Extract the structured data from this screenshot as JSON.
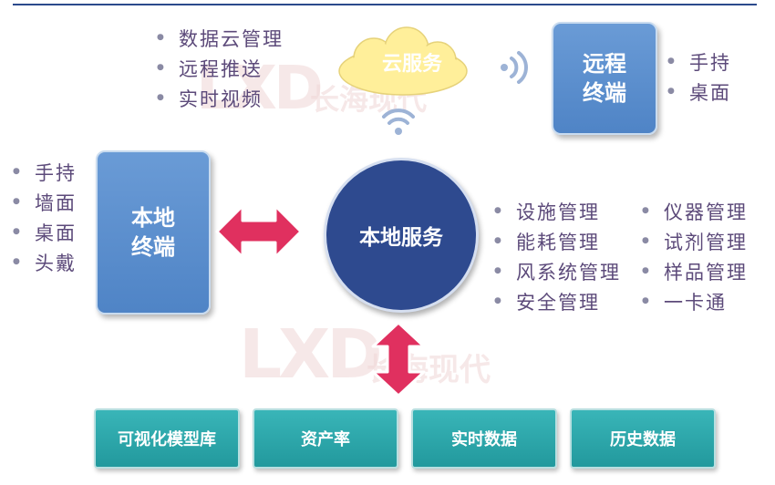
{
  "watermark": {
    "logo_text": "LXD",
    "company_text": "长海现代"
  },
  "cloud_services": {
    "label": "云服务",
    "items": [
      "数据云管理",
      "远程推送",
      "实时视频"
    ]
  },
  "remote_terminal": {
    "label_line1": "远程",
    "label_line2": "终端",
    "items": [
      "手持",
      "桌面"
    ]
  },
  "local_terminal": {
    "label_line1": "本地",
    "label_line2": "终端",
    "items": [
      "手持",
      "墙面",
      "桌面",
      "头戴"
    ]
  },
  "local_service": {
    "label": "本地服务",
    "items_left": [
      "设施管理",
      "能耗管理",
      "风系统管理",
      "安全管理"
    ],
    "items_right": [
      "仪器管理",
      "试剂管理",
      "样品管理",
      "一卡通"
    ]
  },
  "bottom_modules": [
    "可视化模型库",
    "资产率",
    "实时数据",
    "历史数据"
  ],
  "colors": {
    "blue_box": "#5b8fd0",
    "circle": "#2e4a8f",
    "cloud": "#ffef9a",
    "arrow": "#e0305f",
    "teal": "#2aa7aa",
    "wifi": "#9db3d6",
    "bullet_text": "#5c4a7a"
  },
  "icons": {
    "wifi_up": "wifi-icon",
    "wifi_side": "wifi-signal-icon",
    "double_arrow": "double-arrow-icon"
  }
}
